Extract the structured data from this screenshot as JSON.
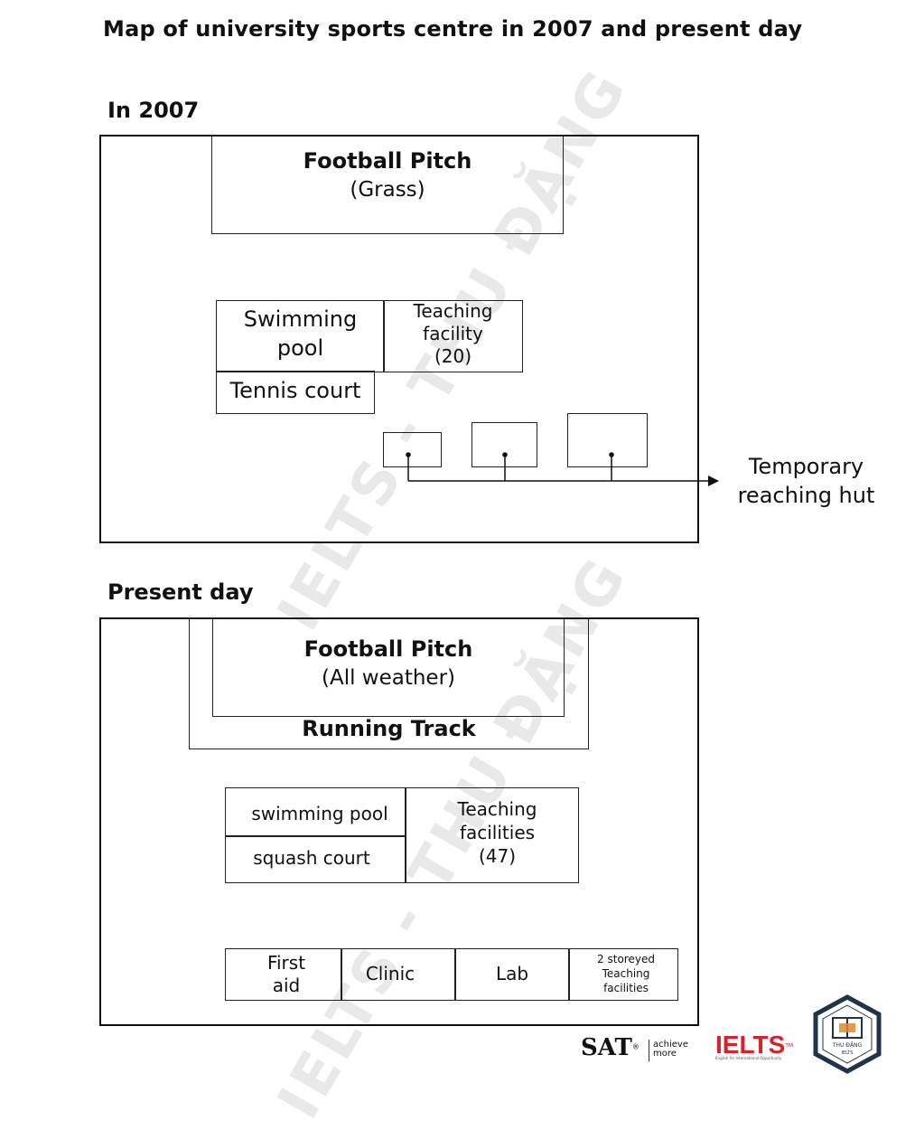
{
  "title": "Map of university sports centre in 2007 and present day",
  "watermark": "IELTS - THU ĐẶNG",
  "map_2007": {
    "label": "In 2007",
    "football_pitch": {
      "name": "Football Pitch",
      "surface": "(Grass)"
    },
    "swimming_pool": {
      "line1": "Swimming",
      "line2": "pool"
    },
    "teaching_facility": {
      "line1": "Teaching",
      "line2": "facility",
      "line3": "(20)"
    },
    "tennis_court": "Tennis court",
    "huts_label": {
      "line1": "Temporary",
      "line2": "reaching hut"
    }
  },
  "map_present": {
    "label": "Present day",
    "football_pitch": {
      "name": "Football Pitch",
      "surface": "(All weather)"
    },
    "running_track": "Running Track",
    "swimming_pool": "swimming pool",
    "squash_court": "squash court",
    "teaching_facilities": {
      "line1": "Teaching",
      "line2": "facilities",
      "line3": "(47)"
    },
    "first_aid": {
      "line1": "First",
      "line2": "aid"
    },
    "clinic": "Clinic",
    "lab": "Lab",
    "two_storeyed": {
      "line1": "2 storeyed",
      "line2": "Teaching",
      "line3": "facilities"
    }
  },
  "logos": {
    "sat": "SAT",
    "sat_reg": "®",
    "sat_tag1": "achieve",
    "sat_tag2": "more",
    "ielts": "IELTS",
    "ielts_tm": "TM",
    "ielts_tag": "English for International Opportunity",
    "thudang": "THU ĐẶNG",
    "thudang_sub": "IELTS"
  },
  "colors": {
    "ielts_red": "#d4232b",
    "badge_dark": "#1f3448",
    "badge_orange": "#e08a2b"
  }
}
